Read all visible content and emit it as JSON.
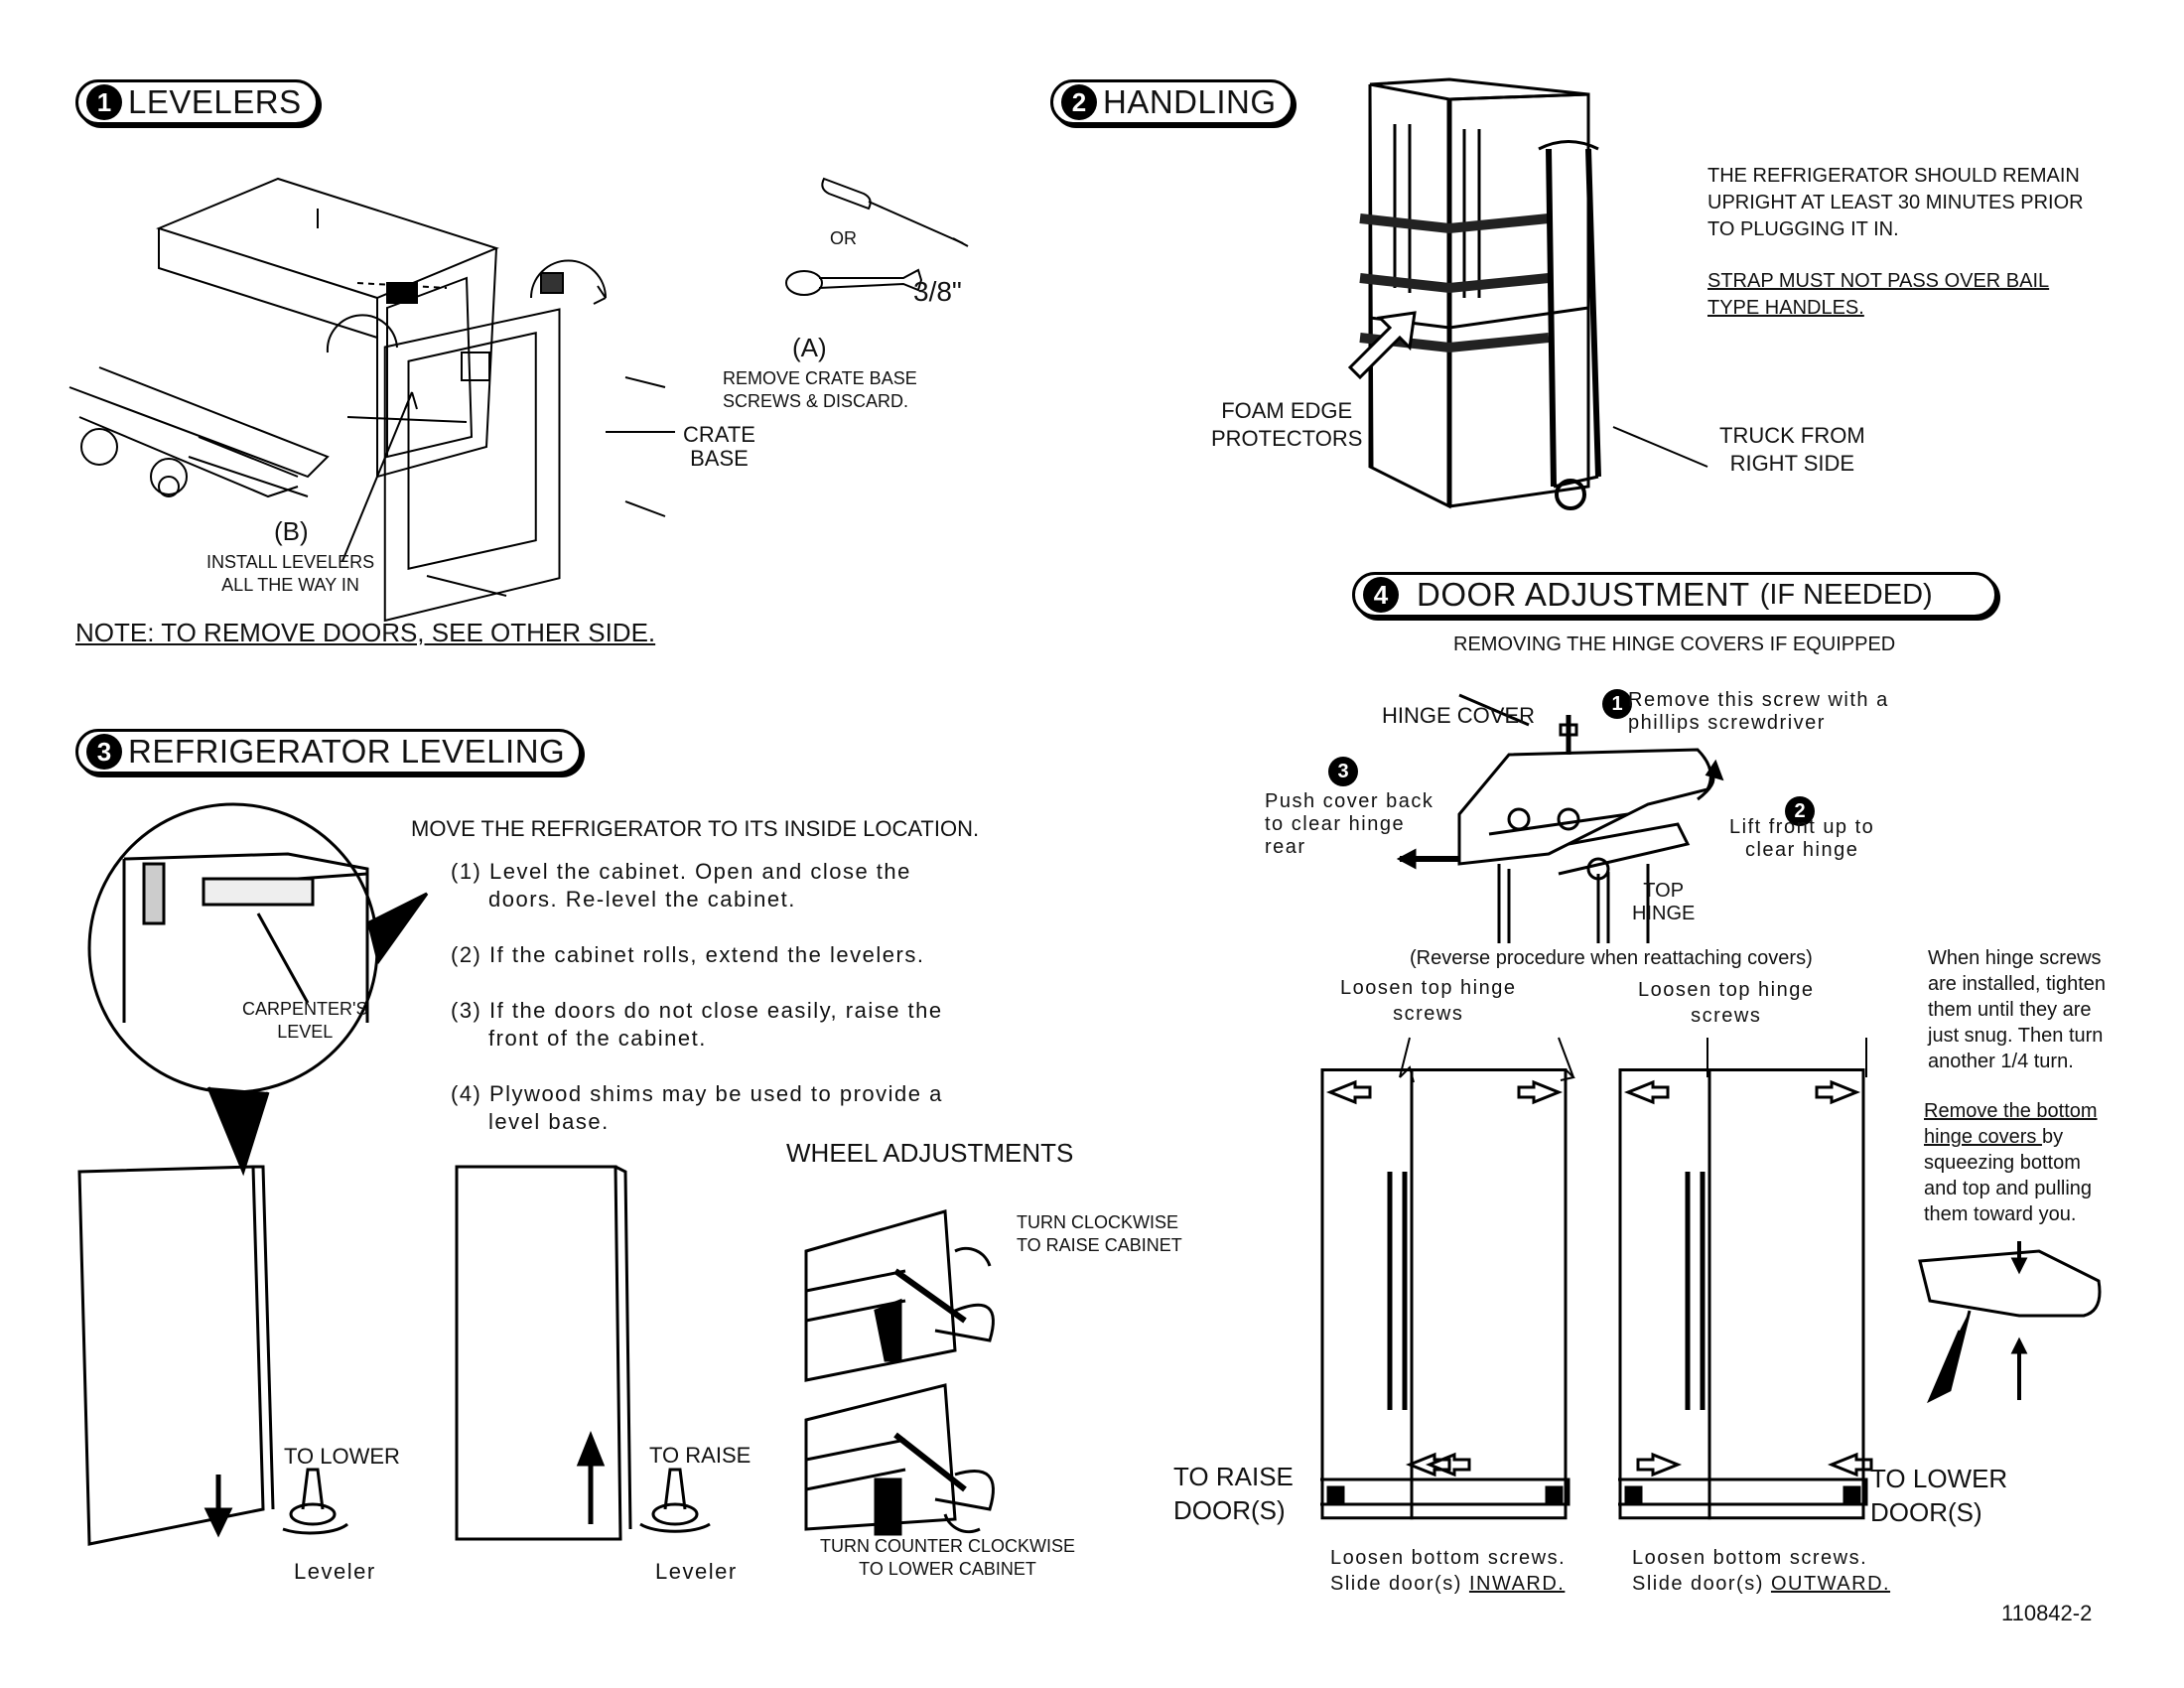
{
  "sections": {
    "levelers": {
      "number": "1",
      "title": "LEVELERS"
    },
    "handling": {
      "number": "2",
      "title": "HANDLING"
    },
    "leveling": {
      "number": "3",
      "title": "REFRIGERATOR LEVELING"
    },
    "door": {
      "number": "4",
      "title": "DOOR ADJUSTMENT",
      "title_suffix": "(IF NEEDED)"
    }
  },
  "levelers": {
    "or": "OR",
    "wrench_size": "3/8\"",
    "step_a": "(A)",
    "step_a_text": [
      "REMOVE CRATE  BASE",
      "SCREWS & DISCARD."
    ],
    "crate_base": [
      "CRATE",
      "BASE"
    ],
    "step_b": "(B)",
    "step_b_text": [
      "INSTALL  LEVELERS",
      "ALL THE WAY IN"
    ],
    "note": "NOTE:  TO REMOVE DOORS, SEE OTHER SIDE."
  },
  "handling": {
    "upright": [
      "THE REFRIGERATOR SHOULD REMAIN",
      "UPRIGHT AT LEAST 30 MINUTES PRIOR",
      "TO PLUGGING IT IN."
    ],
    "strap": [
      "STRAP  MUST  NOT  PASS  OVER  BAIL",
      "TYPE HANDLES."
    ],
    "foam": [
      "FOAM EDGE",
      "PROTECTORS"
    ],
    "truck": [
      "TRUCK FROM",
      "RIGHT SIDE"
    ]
  },
  "leveling": {
    "move": "MOVE THE REFRIGERATOR TO ITS INSIDE LOCATION.",
    "steps": [
      [
        "(1)  Level  the  cabinet.   Open  and  close  the",
        "doors.  Re-level  the  cabinet."
      ],
      [
        "(2)  If  the  cabinet  rolls,  extend  the  levelers."
      ],
      [
        "(3)   If  the  doors  do  not  close  easily,  raise  the",
        "front  of  the  cabinet."
      ],
      [
        "(4)  Plywood  shims  may  be  used  to  provide  a",
        "level  base."
      ]
    ],
    "carpenters_level": [
      "CARPENTER'S",
      "LEVEL"
    ],
    "to_lower": "TO LOWER",
    "to_raise": "TO RAISE",
    "leveler": "Leveler",
    "wheel_title": "WHEEL ADJUSTMENTS",
    "turn_cw": [
      "TURN CLOCKWISE",
      "TO RAISE CABINET"
    ],
    "turn_ccw": [
      "TURN  COUNTER  CLOCKWISE",
      "TO LOWER CABINET"
    ]
  },
  "door": {
    "subtitle": "REMOVING THE HINGE COVERS IF EQUIPPED",
    "hinge_cover": "HINGE COVER",
    "step1": [
      "Remove  this  screw  with  a",
      "phillips  screwdriver"
    ],
    "step1_num": "1",
    "step2_num": "2",
    "step3_num": "3",
    "step2": [
      "Lift   front  up  to",
      "clear  hinge"
    ],
    "step3": [
      "Push  cover  back",
      "to  clear  hinge",
      "rear"
    ],
    "top_hinge": [
      "TOP",
      "HINGE"
    ],
    "reverse": "(Reverse  procedure  when  reattaching  covers)",
    "loosen_top": [
      "Loosen  top  hinge",
      "screws"
    ],
    "tighten": [
      "When hinge screws",
      "are installed, tighten",
      "them  until  they  are",
      "just snug.  Then turn",
      "another 1/4 turn."
    ],
    "remove_bottom_u": [
      "Remove the bottom",
      "hinge covers "
    ],
    "remove_bottom_rest": "by",
    "remove_bottom_more": [
      "squeezing bottom",
      "and top and pulling",
      "them  toward  you."
    ],
    "to_raise": [
      "TO  RAISE",
      "DOOR(S)"
    ],
    "to_lower": [
      "TO LOWER",
      "DOOR(S)"
    ],
    "loosen_bottom": "Loosen  bottom  screws.",
    "slide_in_prefix": "Slide door(s) ",
    "slide_in": "INWARD.",
    "slide_out_prefix": "Slide door(s) ",
    "slide_out": "OUTWARD."
  },
  "doc_number": "110842-2"
}
